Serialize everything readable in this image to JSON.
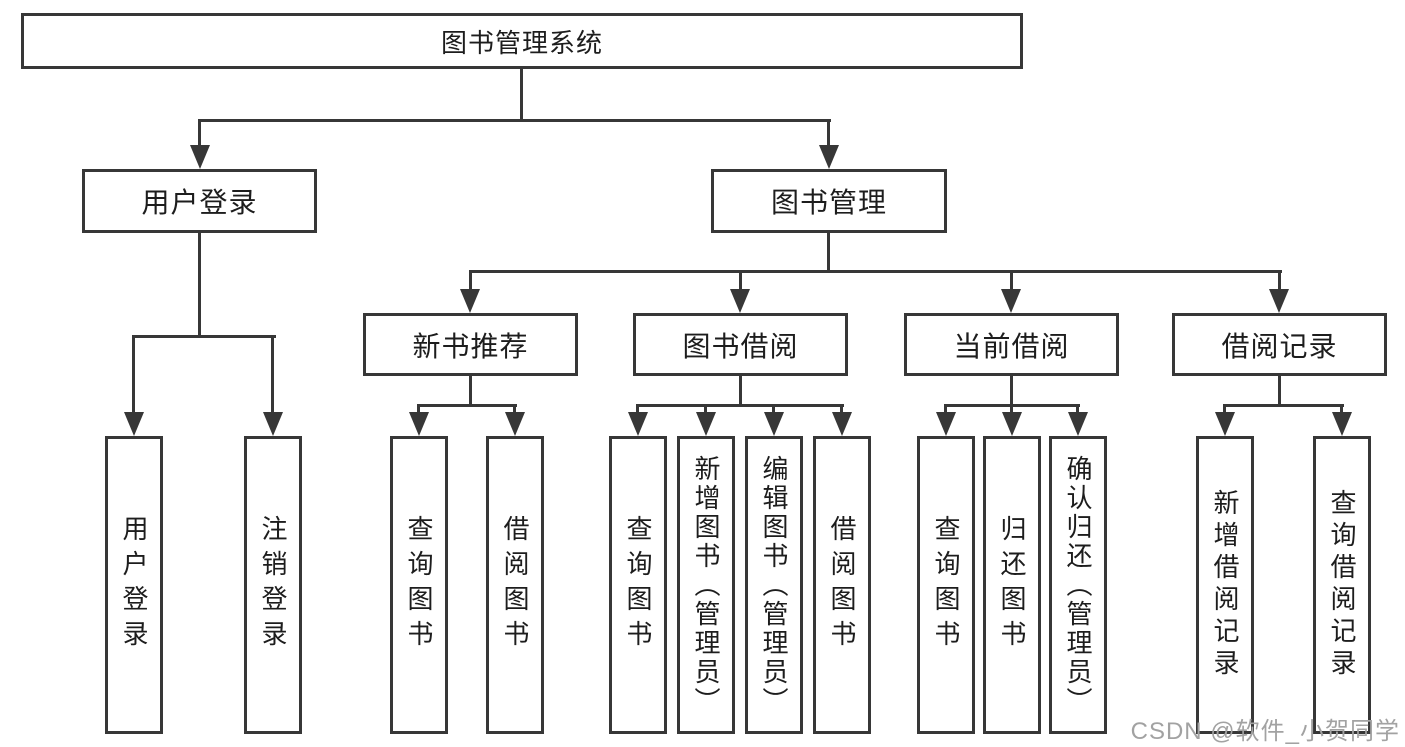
{
  "diagram": {
    "type": "hierarchy-tree",
    "root": {
      "label": "图书管理系统"
    },
    "branches": [
      {
        "label": "用户登录",
        "children": [
          {
            "label": "用户登录"
          },
          {
            "label": "注销登录"
          }
        ]
      },
      {
        "label": "图书管理",
        "children": [
          {
            "label": "新书推荐",
            "children": [
              {
                "label": "查询图书"
              },
              {
                "label": "借阅图书"
              }
            ]
          },
          {
            "label": "图书借阅",
            "children": [
              {
                "label": "查询图书"
              },
              {
                "label": "新增图书（管理员）"
              },
              {
                "label": "编辑图书（管理员）"
              },
              {
                "label": "借阅图书"
              }
            ]
          },
          {
            "label": "当前借阅",
            "children": [
              {
                "label": "查询图书"
              },
              {
                "label": "归还图书"
              },
              {
                "label": "确认归还（管理员）"
              }
            ]
          },
          {
            "label": "借阅记录",
            "children": [
              {
                "label": "新增借阅记录"
              },
              {
                "label": "查询借阅记录"
              }
            ]
          }
        ]
      }
    ],
    "style": {
      "line_color": "#373737",
      "box_fill": "#ffffff",
      "text_color": "#1d1d1d"
    }
  },
  "watermark": {
    "text": "CSDN @软件_小贺同学",
    "color": "#a2a2a2"
  }
}
